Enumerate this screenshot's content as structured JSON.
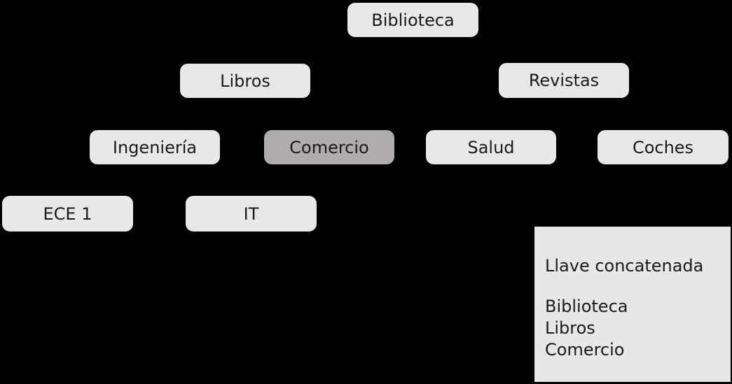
{
  "diagram": {
    "type": "hierarchy-tree",
    "nodes": {
      "biblioteca": {
        "label": "Biblioteca",
        "level": 1,
        "highlighted": false
      },
      "libros": {
        "label": "Libros",
        "level": 2,
        "highlighted": false
      },
      "revistas": {
        "label": "Revistas",
        "level": 2,
        "highlighted": false
      },
      "ingenieria": {
        "label": "Ingeniería",
        "level": 3,
        "highlighted": false
      },
      "comercio": {
        "label": "Comercio",
        "level": 3,
        "highlighted": true
      },
      "salud": {
        "label": "Salud",
        "level": 3,
        "highlighted": false
      },
      "coches": {
        "label": "Coches",
        "level": 3,
        "highlighted": false
      },
      "ece1": {
        "label": "ECE 1",
        "level": 4,
        "highlighted": false
      },
      "it": {
        "label": "IT",
        "level": 4,
        "highlighted": false
      }
    },
    "edges": [
      [
        "biblioteca",
        "libros"
      ],
      [
        "biblioteca",
        "revistas"
      ],
      [
        "libros",
        "ingenieria"
      ],
      [
        "libros",
        "comercio"
      ],
      [
        "revistas",
        "salud"
      ],
      [
        "revistas",
        "coches"
      ],
      [
        "ingenieria",
        "ece1"
      ],
      [
        "ingenieria",
        "it"
      ]
    ]
  },
  "legend": {
    "title": "Llave concatenada",
    "items": [
      "Biblioteca",
      "Libros",
      "Comercio"
    ]
  },
  "colors": {
    "background": "#000000",
    "node_fill": "#e8e8e8",
    "highlighted_node_fill": "#b1acac",
    "legend_fill": "#e7e7e7",
    "text": "#1a1a1a",
    "connector_line": "#000000"
  }
}
